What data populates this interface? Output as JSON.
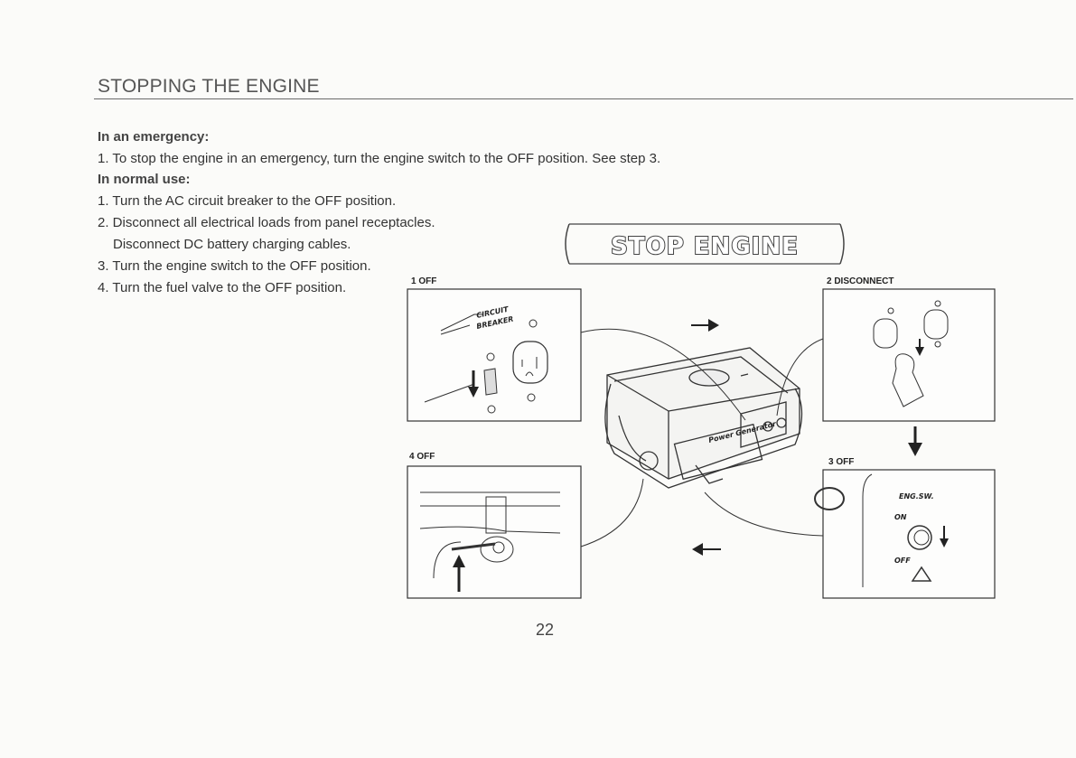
{
  "page": {
    "title": "STOPPING THE ENGINE",
    "number": "22"
  },
  "emergency": {
    "heading": "In an emergency:",
    "steps": [
      "1. To stop the engine in an emergency, turn the engine switch to the OFF position. See step 3."
    ]
  },
  "normal": {
    "heading": "In normal use:",
    "steps": [
      "1. Turn the AC circuit breaker to the OFF position.",
      "2. Disconnect all electrical loads from panel receptacles.",
      "Disconnect DC battery charging cables.",
      "3. Turn the engine switch to the OFF position.",
      "4. Turn the fuel valve to the OFF position."
    ]
  },
  "figure": {
    "banner": "STOP ENGINE",
    "panel_labels": [
      "1 OFF",
      "2 DISCONNECT",
      "3 OFF",
      "4 OFF"
    ],
    "breaker_text": [
      "CIRCUIT",
      "BREAKER"
    ],
    "switch_text": {
      "name": "ENG.SW.",
      "on": "ON",
      "off": "OFF"
    },
    "generator_text": "Power Generator"
  }
}
